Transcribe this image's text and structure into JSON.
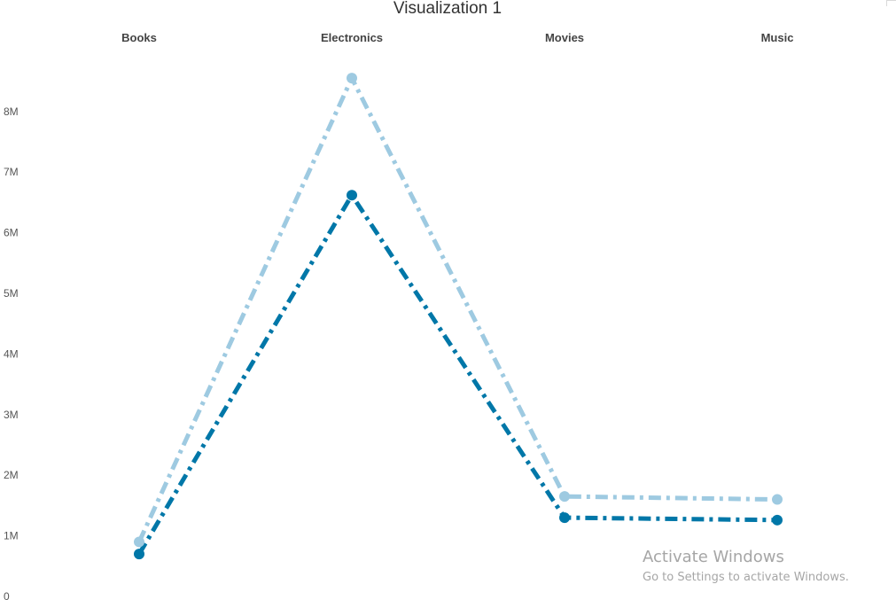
{
  "chart_data": {
    "type": "line",
    "title": "Visualization 1",
    "categories": [
      "Books",
      "Electronics",
      "Movies",
      "Music"
    ],
    "series": [
      {
        "values": [
          900000,
          8550000,
          1650000,
          1600000
        ],
        "color": "#9ecae1",
        "line_style": "dash-dot"
      },
      {
        "values": [
          700000,
          6620000,
          1300000,
          1260000
        ],
        "color": "#0077a8",
        "line_style": "dash-dot"
      }
    ],
    "yticks": [
      "0",
      "1M",
      "2M",
      "3M",
      "4M",
      "5M",
      "6M",
      "7M",
      "8M"
    ],
    "ylim": [
      0,
      8800000
    ],
    "grid": false,
    "legend": "none"
  },
  "watermark": {
    "title": "Activate Windows",
    "subtitle": "Go to Settings to activate Windows."
  }
}
